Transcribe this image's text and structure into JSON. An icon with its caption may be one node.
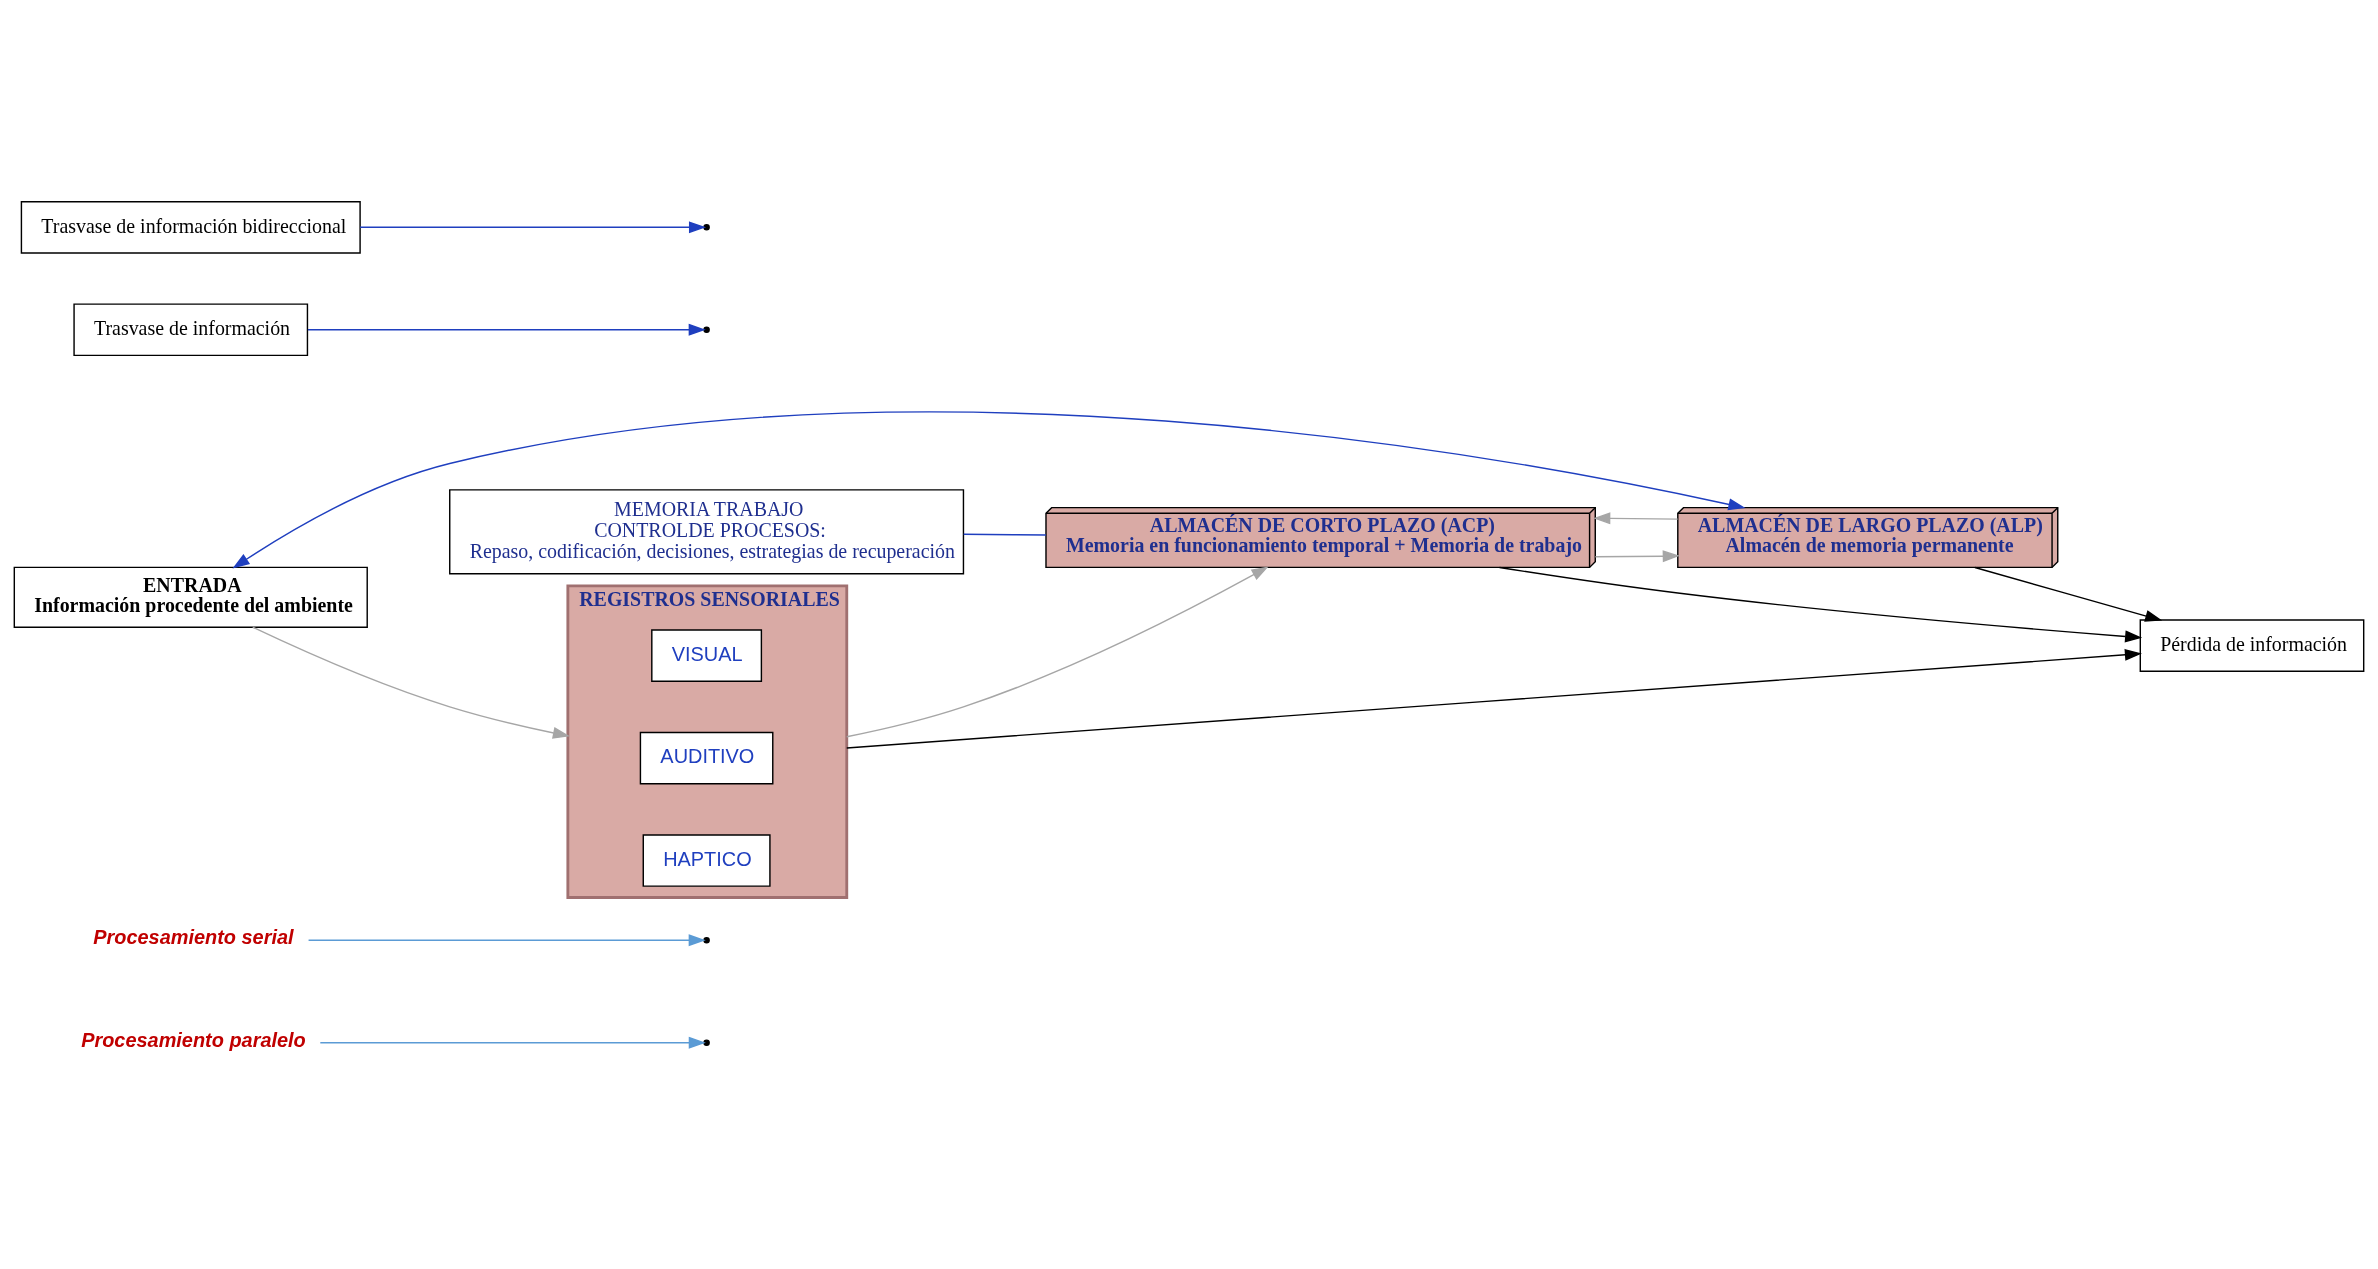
{
  "diagram": {
    "nodes": [
      {
        "text": [
          "Procesamiento paralelo"
        ]
      },
      {
        "text": [
          "Procesamiento serial"
        ]
      },
      {
        "text": [
          "MEMORIA TRABAJO",
          "CONTROLDE PROCESOS:",
          "Repaso, codificación, decisiones, estrategias de recuperación"
        ]
      },
      {
        "text": [
          "ENTRADA",
          "Información procedente del ambiente"
        ]
      },
      {
        "text": [
          "REGISTROS SENSORIALES"
        ]
      },
      {
        "text": [
          "VISUAL"
        ],
        "in": 4
      },
      {
        "text": [
          "AUDITIVO"
        ],
        "in": 4
      },
      {
        "text": [
          "HAPTICO"
        ],
        "in": 4
      },
      {
        "text": [
          "ALMACÉN DE CORTO PLAZO (ACP)",
          "Memoria en funcionamiento temporal + Memoria de trabajo"
        ]
      },
      {
        "text": [
          "ALMACÉN DE LARGO PLAZO (ALP)",
          "Almacén de memoria permanente"
        ]
      },
      {
        "text": [
          "Trasvase de información"
        ]
      },
      {
        "text": [
          "Trasvase de información bidireccional"
        ]
      },
      {
        "text": [
          "Pérdida de información"
        ]
      }
    ],
    "edges": [
      {
        "from": 3,
        "to": 4,
        "arrow": "to",
        "color": "#a6a6a6"
      },
      {
        "from": 4,
        "to": 8,
        "arrow": "to",
        "color": "#a6a6a6"
      },
      {
        "from": 8,
        "to": 9,
        "arrow": "to",
        "color": "#a6a6a6"
      },
      {
        "from": 9,
        "to": 8,
        "arrow": "to",
        "color": "#a6a6a6"
      },
      {
        "from": 0,
        "to": null,
        "arrow": "to",
        "color": "#5b9bd5"
      },
      {
        "from": 1,
        "to": null,
        "arrow": "to",
        "color": "#5b9bd5"
      },
      {
        "from": 3,
        "to": 9,
        "arrow": "both",
        "color": "#1f3fbf"
      },
      {
        "from": 2,
        "to": 8,
        "arrow": "none",
        "color": "#1f3fbf"
      },
      {
        "from": 10,
        "to": null,
        "arrow": "to",
        "color": "#1f3fbf"
      },
      {
        "from": 11,
        "to": null,
        "arrow": "to",
        "color": "#1f3fbf"
      },
      {
        "from": 4,
        "to": 12,
        "arrow": "to",
        "color": "#000000"
      },
      {
        "from": 8,
        "to": 12,
        "arrow": "to",
        "color": "#000000"
      },
      {
        "from": 9,
        "to": 12,
        "arrow": "to",
        "color": "#000000"
      }
    ]
  }
}
